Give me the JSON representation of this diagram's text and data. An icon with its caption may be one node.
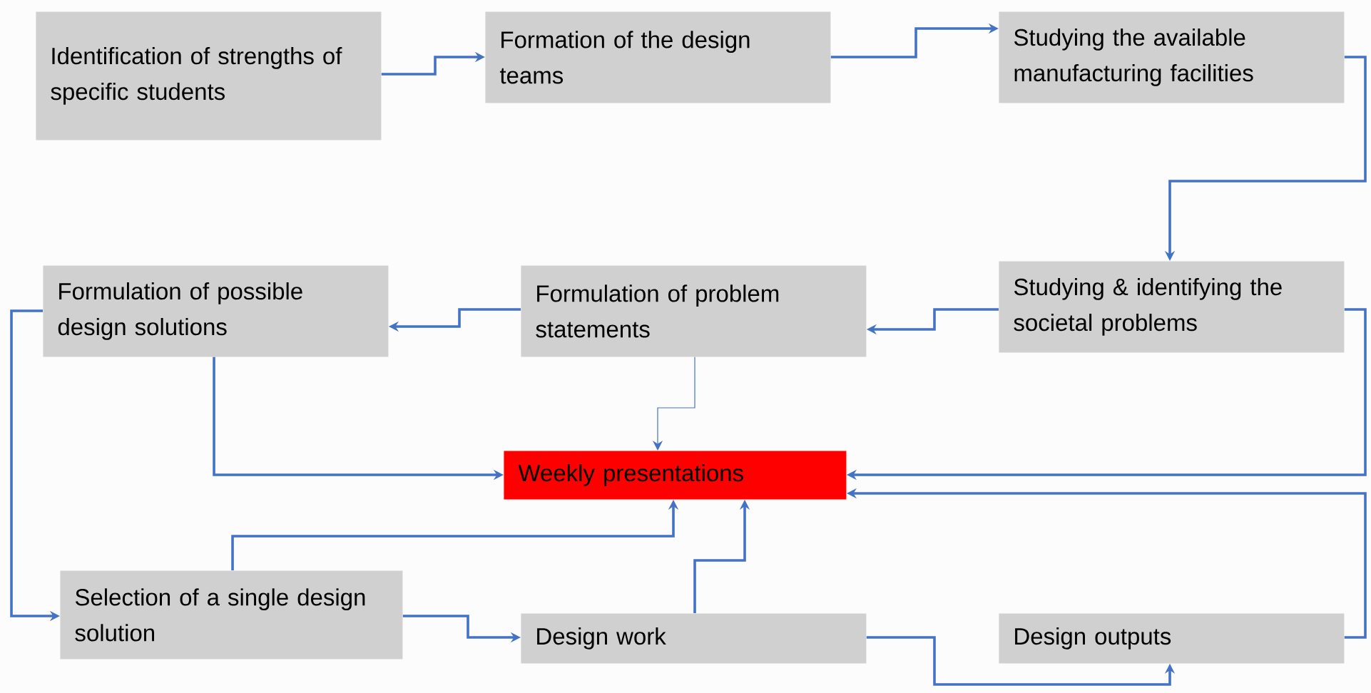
{
  "diagram": {
    "nodes": [
      {
        "text": [
          "Identification of strengths of specific students"
        ]
      },
      {
        "text": [
          "Formation of the design teams"
        ]
      },
      {
        "text": [
          "Studying the available manufacturing facilities"
        ]
      },
      {
        "text": [
          "Studying & identifying the societal problems"
        ]
      },
      {
        "text": [
          "Formulation of problem statements"
        ]
      },
      {
        "text": [
          "Formulation of possible design solutions"
        ]
      },
      {
        "text": [
          "Weekly presentations"
        ]
      },
      {
        "text": [
          "Selection of a single design solution"
        ]
      },
      {
        "text": [
          "Design work"
        ]
      },
      {
        "text": [
          "Design outputs"
        ]
      }
    ],
    "edges": [
      {
        "from": 0,
        "to": 1,
        "arrow": "to"
      },
      {
        "from": 1,
        "to": 2,
        "arrow": "to"
      },
      {
        "from": 2,
        "to": 3,
        "arrow": "to"
      },
      {
        "from": 3,
        "to": 4,
        "arrow": "to"
      },
      {
        "from": 4,
        "to": 5,
        "arrow": "to"
      },
      {
        "from": 4,
        "to": 6,
        "arrow": "to"
      },
      {
        "from": 5,
        "to": 6,
        "arrow": "to"
      },
      {
        "from": 5,
        "to": 7,
        "arrow": "to"
      },
      {
        "from": 7,
        "to": 6,
        "arrow": "to"
      },
      {
        "from": 7,
        "to": 8,
        "arrow": "to"
      },
      {
        "from": 8,
        "to": 6,
        "arrow": "to"
      },
      {
        "from": 8,
        "to": 9,
        "arrow": "to"
      },
      {
        "from": 3,
        "to": 6,
        "arrow": "to"
      },
      {
        "from": 9,
        "to": 6,
        "arrow": "to"
      }
    ]
  }
}
